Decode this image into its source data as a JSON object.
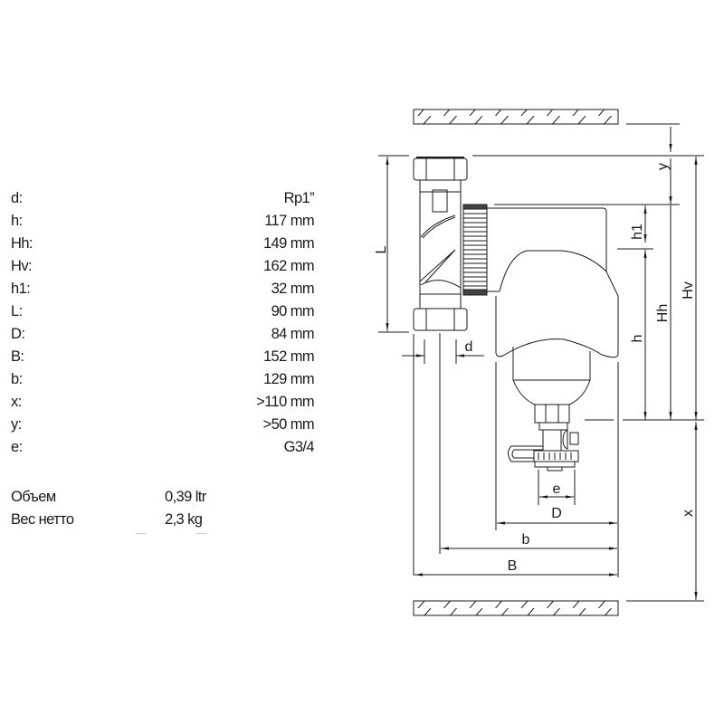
{
  "specs": [
    {
      "label": "d:",
      "value": "Rp1”"
    },
    {
      "label": "h:",
      "value": "117 mm"
    },
    {
      "label": "Hh:",
      "value": "149 mm"
    },
    {
      "label": "Hv:",
      "value": "162 mm"
    },
    {
      "label": "h1:",
      "value": "32 mm"
    },
    {
      "label": "L:",
      "value": "90 mm"
    },
    {
      "label": "D:",
      "value": "84 mm"
    },
    {
      "label": "B:",
      "value": "152 mm"
    },
    {
      "label": "b:",
      "value": "129 mm"
    },
    {
      "label": "x:",
      "value": ">110 mm"
    },
    {
      "label": "y:",
      "value": ">50 mm"
    },
    {
      "label": "e:",
      "value": "G3/4"
    }
  ],
  "extra": [
    {
      "label": "Объем",
      "value": "0,39 ltr"
    },
    {
      "label": "Вес нетто",
      "value": "2,3 kg"
    }
  ],
  "drawing": {
    "dimension_labels": {
      "L": "L",
      "d": "d",
      "e": "e",
      "D": "D",
      "b": "b",
      "B": "B",
      "y": "y",
      "h1": "h1",
      "h": "h",
      "Hh": "Hh",
      "Hv": "Hv",
      "x": "x"
    },
    "line_color": "#1a1a1a",
    "hatch_color": "#1a1a1a"
  }
}
